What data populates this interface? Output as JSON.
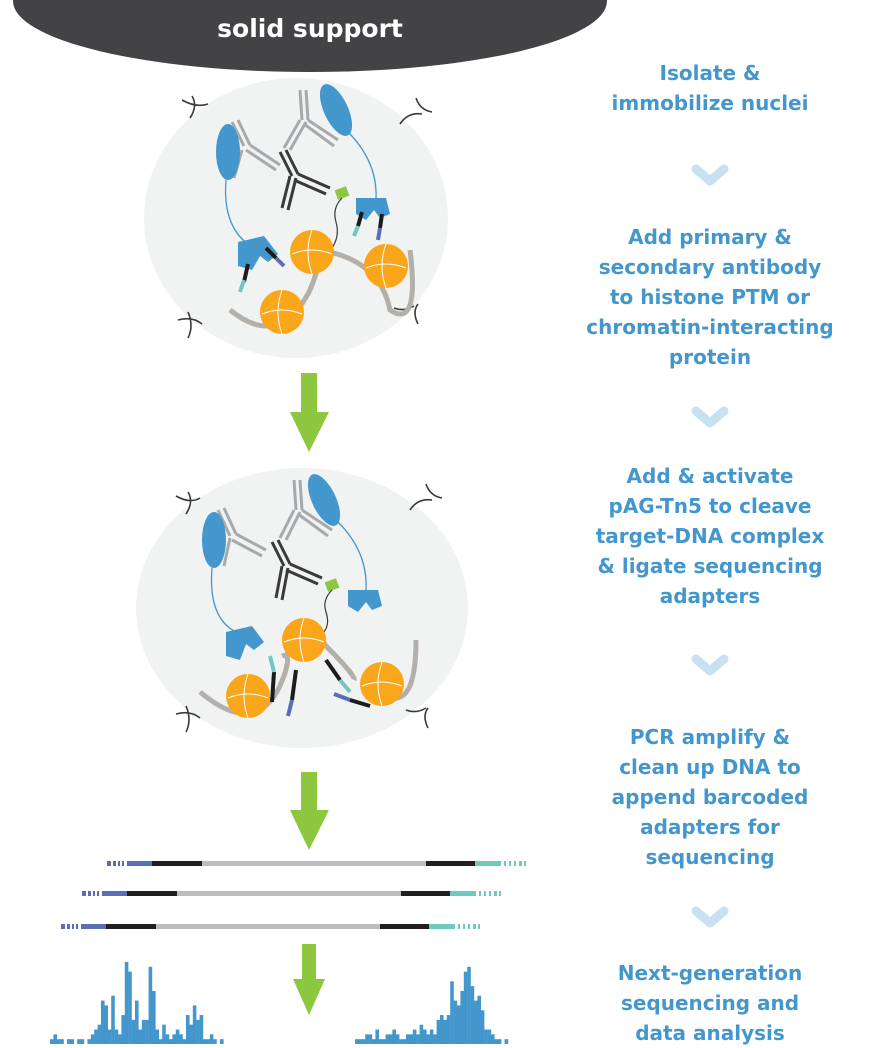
{
  "support": {
    "label": "solid support"
  },
  "colors": {
    "support": "#434345",
    "nucleus": "#f1f2f2",
    "antibody_primary": "#a7a9ac",
    "antibody_secondary": "#3a3a3c",
    "protein_ag": "#4397cd",
    "nucleosome": "#f9a61a",
    "dna": "#b3afaa",
    "adapter_teal": "#6fc9bd",
    "adapter_purple": "#5b6db6",
    "arrow": "#8dc63f",
    "chevron": "#c7e1f0",
    "text": "#4397cd",
    "peaks": "#4397cd"
  },
  "steps": [
    {
      "lines": [
        "Isolate &",
        "immobilize nuclei"
      ]
    },
    {
      "lines": [
        "Add primary &",
        "secondary antibody",
        "to histone PTM or",
        "chromatin-interacting",
        "protein"
      ]
    },
    {
      "lines": [
        "Add & activate",
        "pAG-Tn5 to cleave",
        "target-DNA complex",
        "& ligate sequencing",
        "adapters"
      ]
    },
    {
      "lines": [
        "PCR amplify &",
        "clean up DNA to",
        "append barcoded",
        "adapters for",
        "sequencing"
      ]
    },
    {
      "lines": [
        "Next-generation",
        "sequencing and",
        "data analysis"
      ]
    }
  ],
  "reads": {
    "count": 3
  },
  "chart_data": {
    "type": "bar",
    "title": "",
    "xlabel": "",
    "ylabel": "",
    "description": "Sequencing read-pileup track (two peak regions)",
    "region1": [
      1,
      2,
      1,
      1,
      0,
      1,
      1,
      0,
      1,
      1,
      0,
      1,
      2,
      3,
      4,
      9,
      8,
      3,
      10,
      3,
      2,
      6,
      17,
      15,
      5,
      9,
      3,
      5,
      5,
      16,
      11,
      3,
      1,
      4,
      2,
      1,
      2,
      3,
      2,
      1,
      6,
      4,
      8,
      5,
      6,
      1,
      1,
      2,
      1,
      0,
      1
    ],
    "region2": [
      1,
      1,
      1,
      2,
      2,
      1,
      3,
      1,
      1,
      2,
      2,
      3,
      2,
      1,
      1,
      2,
      2,
      3,
      2,
      4,
      3,
      2,
      3,
      2,
      5,
      6,
      5,
      6,
      13,
      9,
      8,
      11,
      15,
      16,
      12,
      9,
      10,
      7,
      3,
      3,
      2,
      1,
      1,
      0,
      1
    ]
  }
}
